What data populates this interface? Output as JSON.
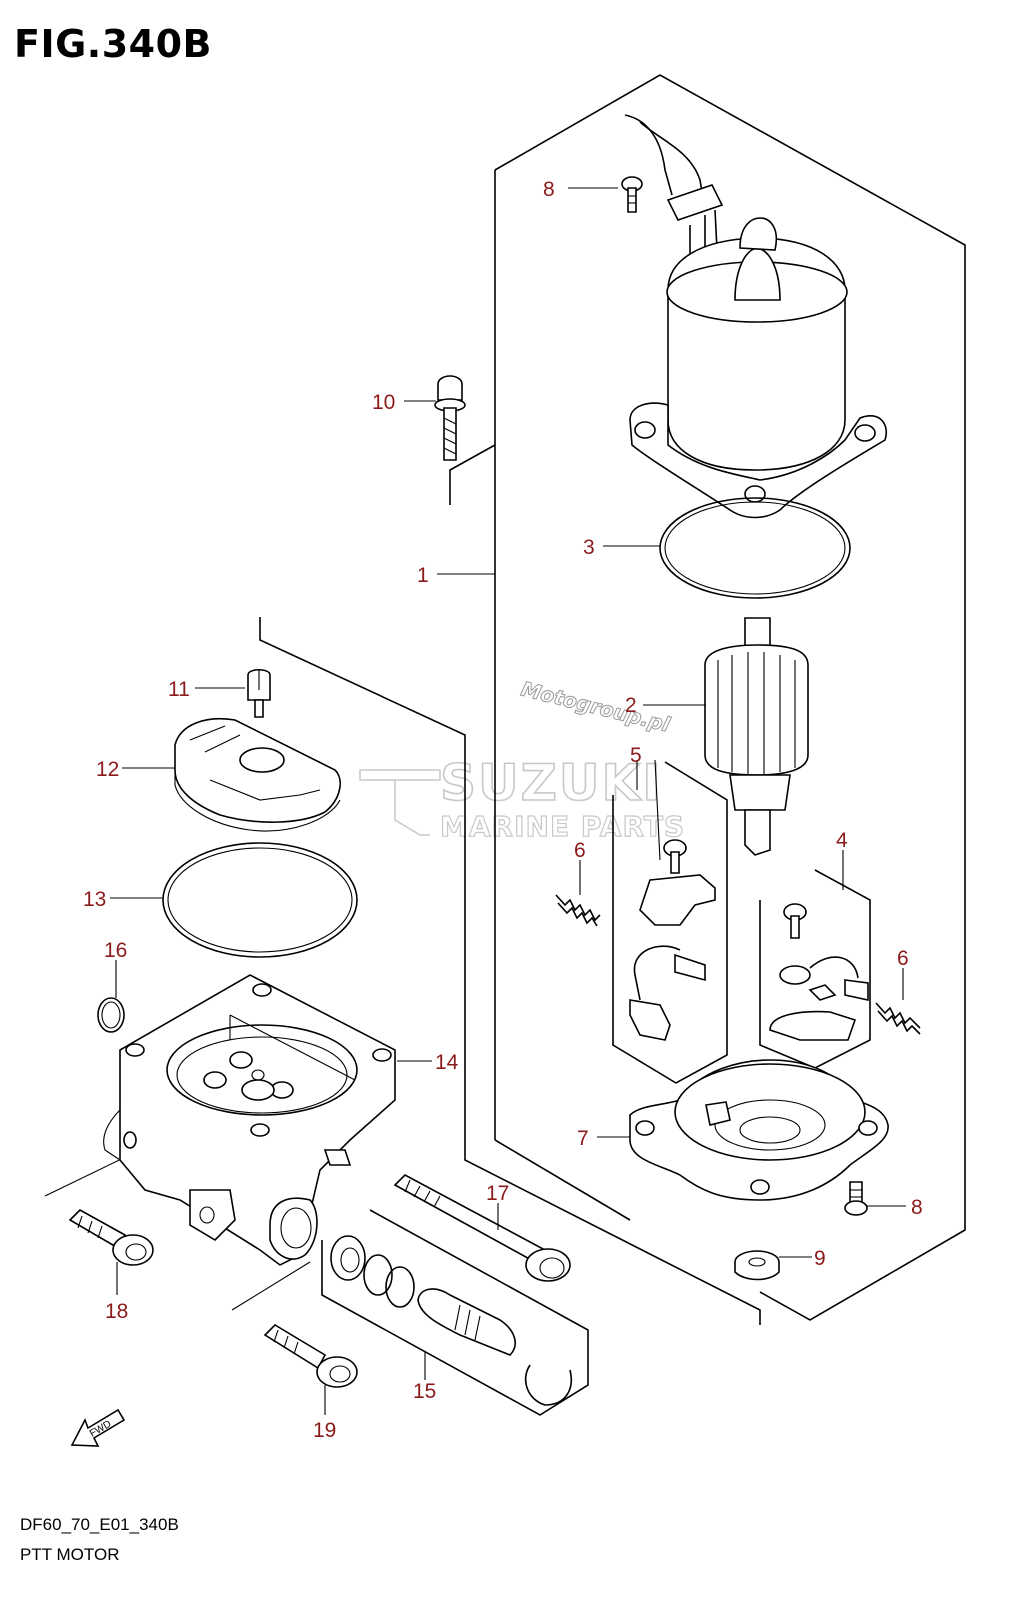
{
  "figure": {
    "title": "FIG.340B",
    "code": "DF60_70_E01_340B",
    "name": "PTT MOTOR"
  },
  "callouts": [
    {
      "id": "c1",
      "label": "1"
    },
    {
      "id": "c2",
      "label": "2"
    },
    {
      "id": "c3",
      "label": "3"
    },
    {
      "id": "c4",
      "label": "4"
    },
    {
      "id": "c5",
      "label": "5"
    },
    {
      "id": "c6a",
      "label": "6"
    },
    {
      "id": "c6b",
      "label": "6"
    },
    {
      "id": "c7",
      "label": "7"
    },
    {
      "id": "c8a",
      "label": "8"
    },
    {
      "id": "c8b",
      "label": "8"
    },
    {
      "id": "c9",
      "label": "9"
    },
    {
      "id": "c10",
      "label": "10"
    },
    {
      "id": "c11",
      "label": "11"
    },
    {
      "id": "c12",
      "label": "12"
    },
    {
      "id": "c13",
      "label": "13"
    },
    {
      "id": "c14",
      "label": "14"
    },
    {
      "id": "c15",
      "label": "15"
    },
    {
      "id": "c16",
      "label": "16"
    },
    {
      "id": "c17",
      "label": "17"
    },
    {
      "id": "c18",
      "label": "18"
    },
    {
      "id": "c19",
      "label": "19"
    }
  ],
  "watermark": {
    "brand": "SUZUKI",
    "sub": "MARINE PARTS",
    "site": "Motogroup.pl"
  },
  "fwd_label": "FWD",
  "colors": {
    "callout": "#8b1a1a",
    "line": "#000000",
    "watermark": "#c8c8c8"
  }
}
